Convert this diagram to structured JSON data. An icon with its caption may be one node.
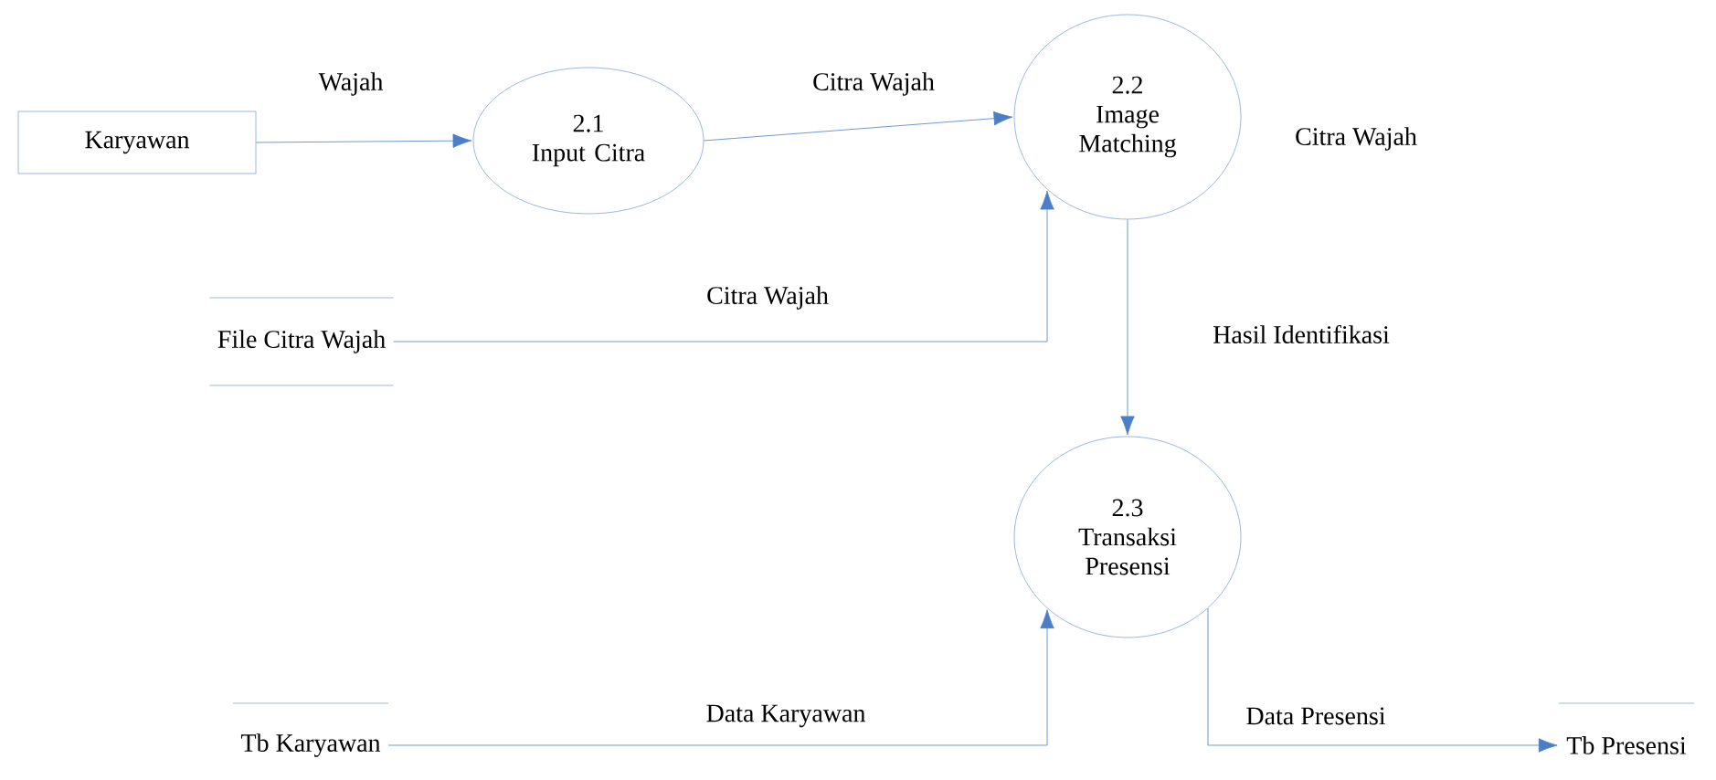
{
  "diagram": {
    "nodes": [
      {
        "text": [
          "Karyawan"
        ]
      },
      {
        "text": [
          "2.1",
          "Input Citra"
        ]
      },
      {
        "text": [
          "2.2",
          "Image Matching"
        ]
      },
      {
        "text": [
          "File Citra Wajah"
        ]
      },
      {
        "text": [
          "2.3",
          "Transaksi Presensi"
        ]
      },
      {
        "text": [
          "Tb Karyawan"
        ]
      },
      {
        "text": [
          "Tb Presensi"
        ]
      }
    ],
    "edges": [
      {
        "from": 0,
        "to": 1,
        "arrow": "to",
        "label": "Wajah"
      },
      {
        "from": 1,
        "to": 2,
        "arrow": "to",
        "label": "Citra Wajah"
      },
      {
        "from": 3,
        "to": 2,
        "arrow": "to",
        "label": "Citra Wajah"
      },
      {
        "from": 2,
        "to": 4,
        "arrow": "to",
        "label": "Hasil Identifikasi"
      },
      {
        "from": 5,
        "to": 4,
        "arrow": "to",
        "label": "Data Karyawan"
      },
      {
        "from": 4,
        "to": 6,
        "arrow": "to",
        "label": "Data Presensi"
      }
    ],
    "labels": [
      "Citra Wajah"
    ]
  }
}
